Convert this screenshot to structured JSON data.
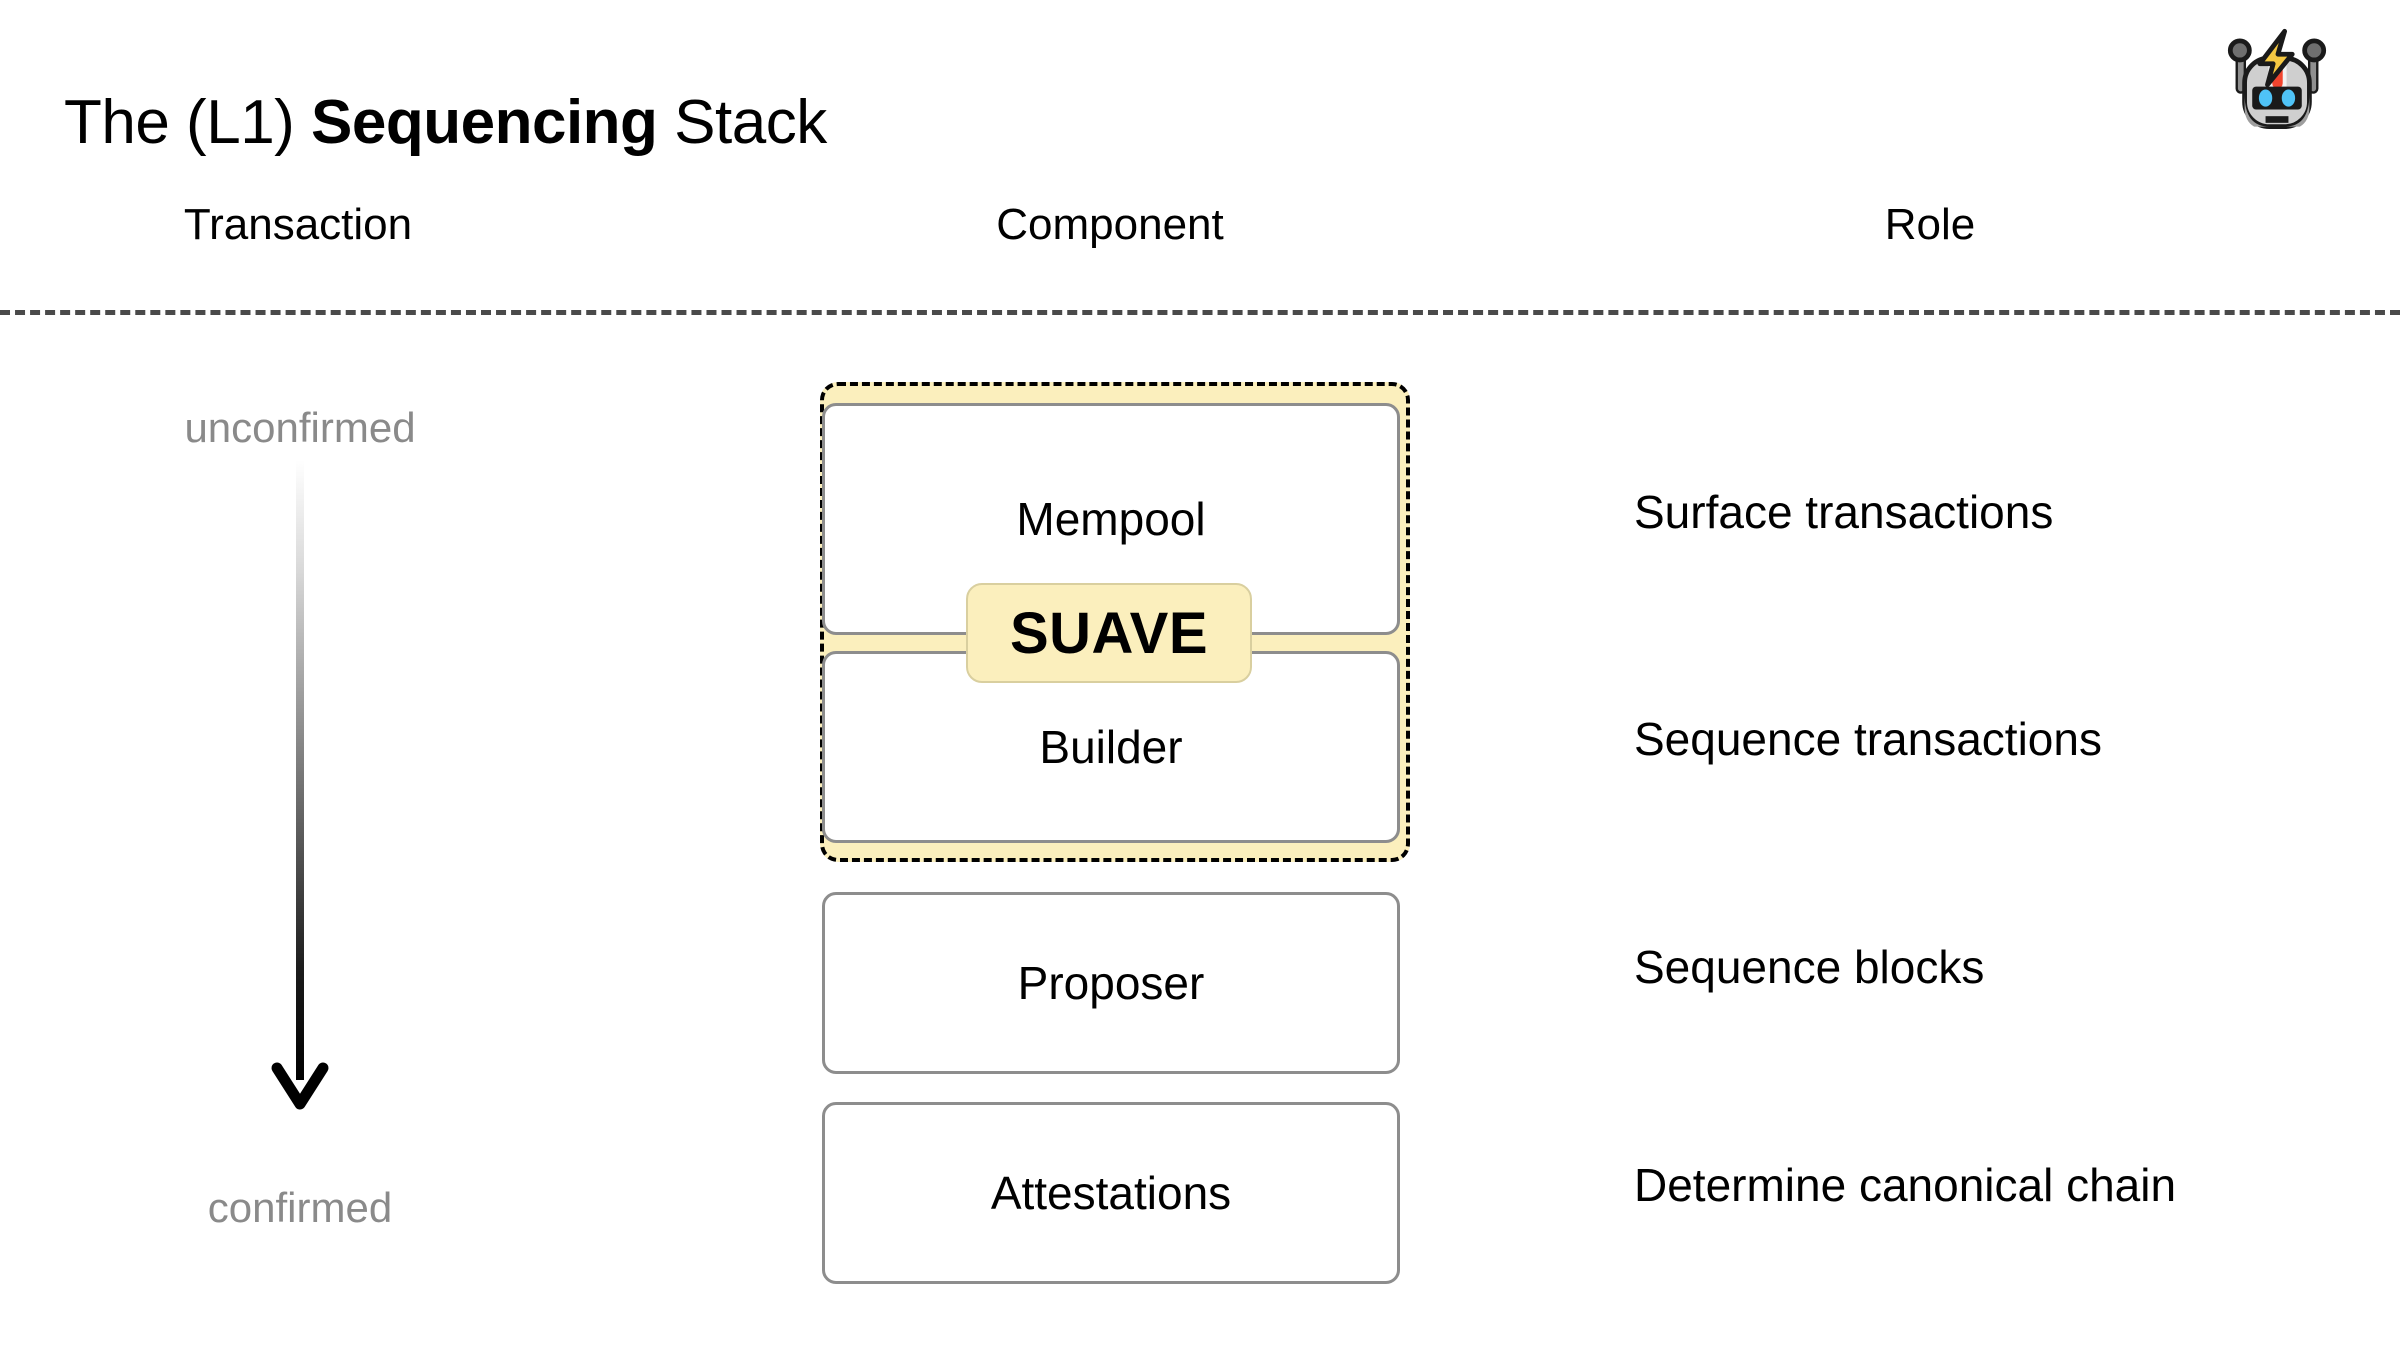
{
  "title": {
    "prefix": "The (L1) ",
    "emphasis": "Sequencing",
    "suffix": " Stack"
  },
  "logo": {
    "icon_name": "flashbots-robot-icon",
    "colors": {
      "body": "#d4d4d4",
      "body_shade": "#9e9e9e",
      "outline": "#1a1a1a",
      "visor": "#1a1a1a",
      "eye": "#4fc3f7",
      "bolt": "#f5c842",
      "beacon": "#f1442e"
    }
  },
  "columns": {
    "transaction": "Transaction",
    "component": "Component",
    "role": "Role"
  },
  "transaction_axis": {
    "top_label": "unconfirmed",
    "bottom_label": "confirmed",
    "arrow_direction": "down",
    "gradient_from": "#ffffff",
    "gradient_to": "#000000",
    "label_color": "#8a8a8a"
  },
  "suave_group": {
    "badge_label": "SUAVE",
    "fill_color": "#fbefbd",
    "border_style": "dashed",
    "border_color": "#000000",
    "members": [
      "Mempool",
      "Builder"
    ]
  },
  "components": [
    {
      "label": "Mempool",
      "in_suave": true
    },
    {
      "label": "Builder",
      "in_suave": true
    },
    {
      "label": "Proposer",
      "in_suave": false
    },
    {
      "label": "Attestations",
      "in_suave": false
    }
  ],
  "roles": [
    "Surface transactions",
    "Sequence transactions",
    "Sequence blocks",
    "Determine canonical chain"
  ],
  "divider": {
    "style": "dashed",
    "color": "#4a4a4a"
  }
}
